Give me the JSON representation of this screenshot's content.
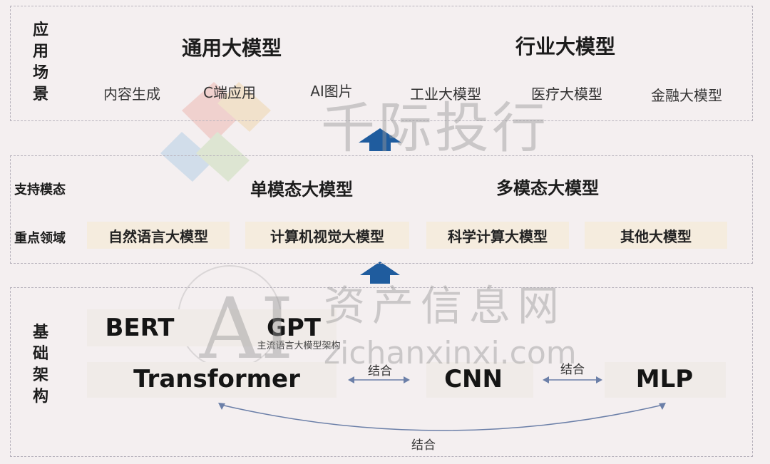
{
  "app": {
    "section_label": "应用场景",
    "general": {
      "title": "通用大模型",
      "items": [
        "内容生成",
        "C端应用",
        "AI图片"
      ]
    },
    "industry": {
      "title": "行业大模型",
      "items": [
        "工业大模型",
        "医疗大模型",
        "金融大模型"
      ]
    }
  },
  "middle": {
    "modality_label": "支持模态",
    "single": "单模态大模型",
    "multi": "多模态大模型",
    "domain_label": "重点领域",
    "domains": [
      "自然语言大模型",
      "计算机视觉大模型",
      "科学计算大模型",
      "其他大模型"
    ]
  },
  "base": {
    "section_label": "基础架构",
    "bert": "BERT",
    "gpt": "GPT",
    "mainstream_note": "主流语言大模型架构",
    "transformer": "Transformer",
    "cnn": "CNN",
    "mlp": "MLP",
    "combine1": "结合",
    "combine2": "结合",
    "combine3": "结合"
  },
  "watermarks": {
    "wm1": "千际投行",
    "wm2": "资产信息网",
    "wm3": "AI",
    "wm4": "zichanxinxi.com"
  },
  "colors": {
    "arrow_blue": "#1f5c9e",
    "chip_bg": "#f5ecde",
    "border": "#b7b2bc"
  }
}
